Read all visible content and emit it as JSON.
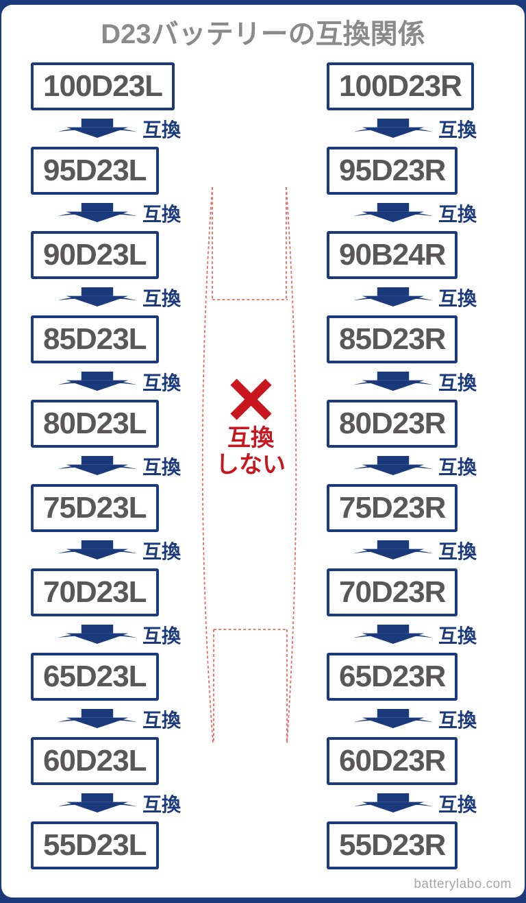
{
  "title": "D23バッテリーの互換関係",
  "compat_label": "互換",
  "no_compat": {
    "icon": "x-mark",
    "line1": "互換",
    "line2": "しない"
  },
  "columns": {
    "left": [
      "100D23L",
      "95D23L",
      "90D23L",
      "85D23L",
      "80D23L",
      "75D23L",
      "70D23L",
      "65D23L",
      "60D23L",
      "55D23L"
    ],
    "right": [
      "100D23R",
      "95D23R",
      "90B24R",
      "85D23R",
      "80D23R",
      "75D23R",
      "70D23R",
      "65D23R",
      "60D23R",
      "55D23R"
    ]
  },
  "footer": {
    "site": "batterylabo.com"
  },
  "colors": {
    "navy": "#1b3a7c",
    "red": "#c7161e",
    "dash_red": "#e8695e",
    "box_text_gray": "#595757",
    "title_gray": "#8a8a8a",
    "footer_gray": "#a7a7aa"
  }
}
